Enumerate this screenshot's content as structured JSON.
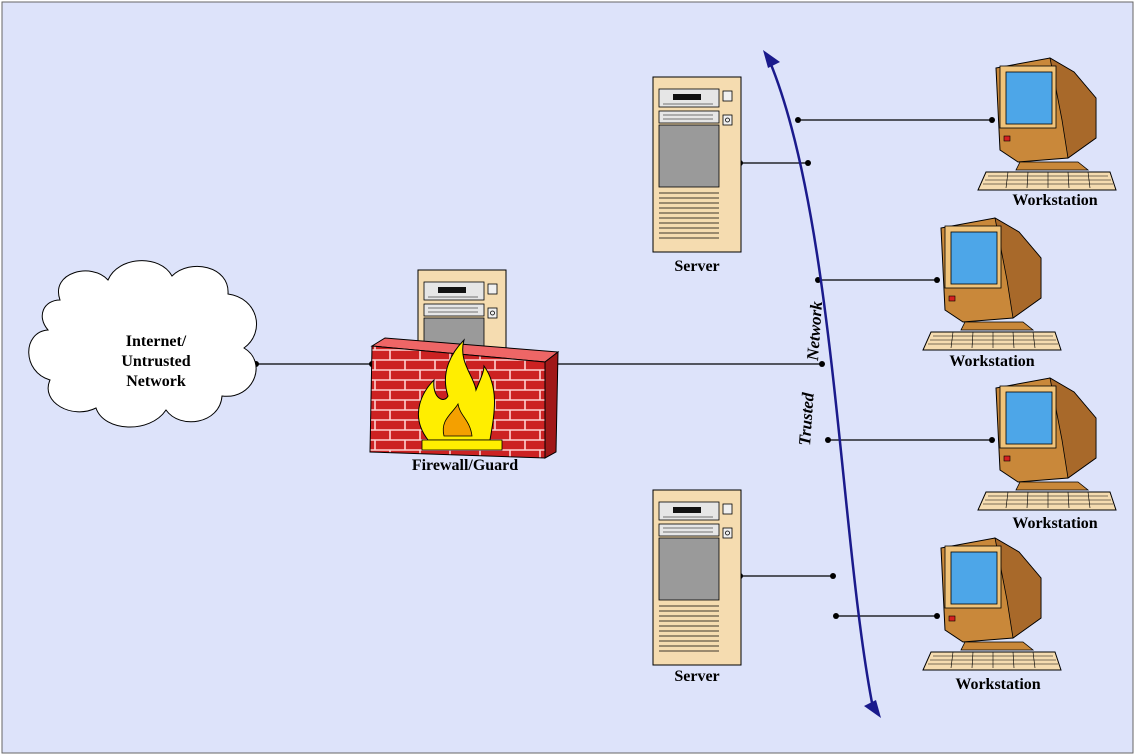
{
  "labels": {
    "internet": [
      "Internet/",
      "Untrusted",
      "Network"
    ],
    "firewall": "Firewall/Guard",
    "trusted": "Trusted",
    "network": "Network",
    "server": "Server",
    "workstation": "Workstation"
  },
  "devices": {
    "servers": [
      "Server",
      "Server"
    ],
    "workstations": [
      "Workstation",
      "Workstation",
      "Workstation",
      "Workstation"
    ]
  },
  "colors": {
    "background": "#dde3fa",
    "trusted_curve": "#1a1a8c",
    "firewall_brick": "#cc2222",
    "flame": "#ffee00",
    "monitor_screen": "#4da6e8",
    "case": "#f5dcb0",
    "monitor_body": "#c9883a"
  },
  "icons": [
    "cloud-icon",
    "firewall-icon",
    "server-icon",
    "workstation-icon",
    "arrow-icon"
  ]
}
